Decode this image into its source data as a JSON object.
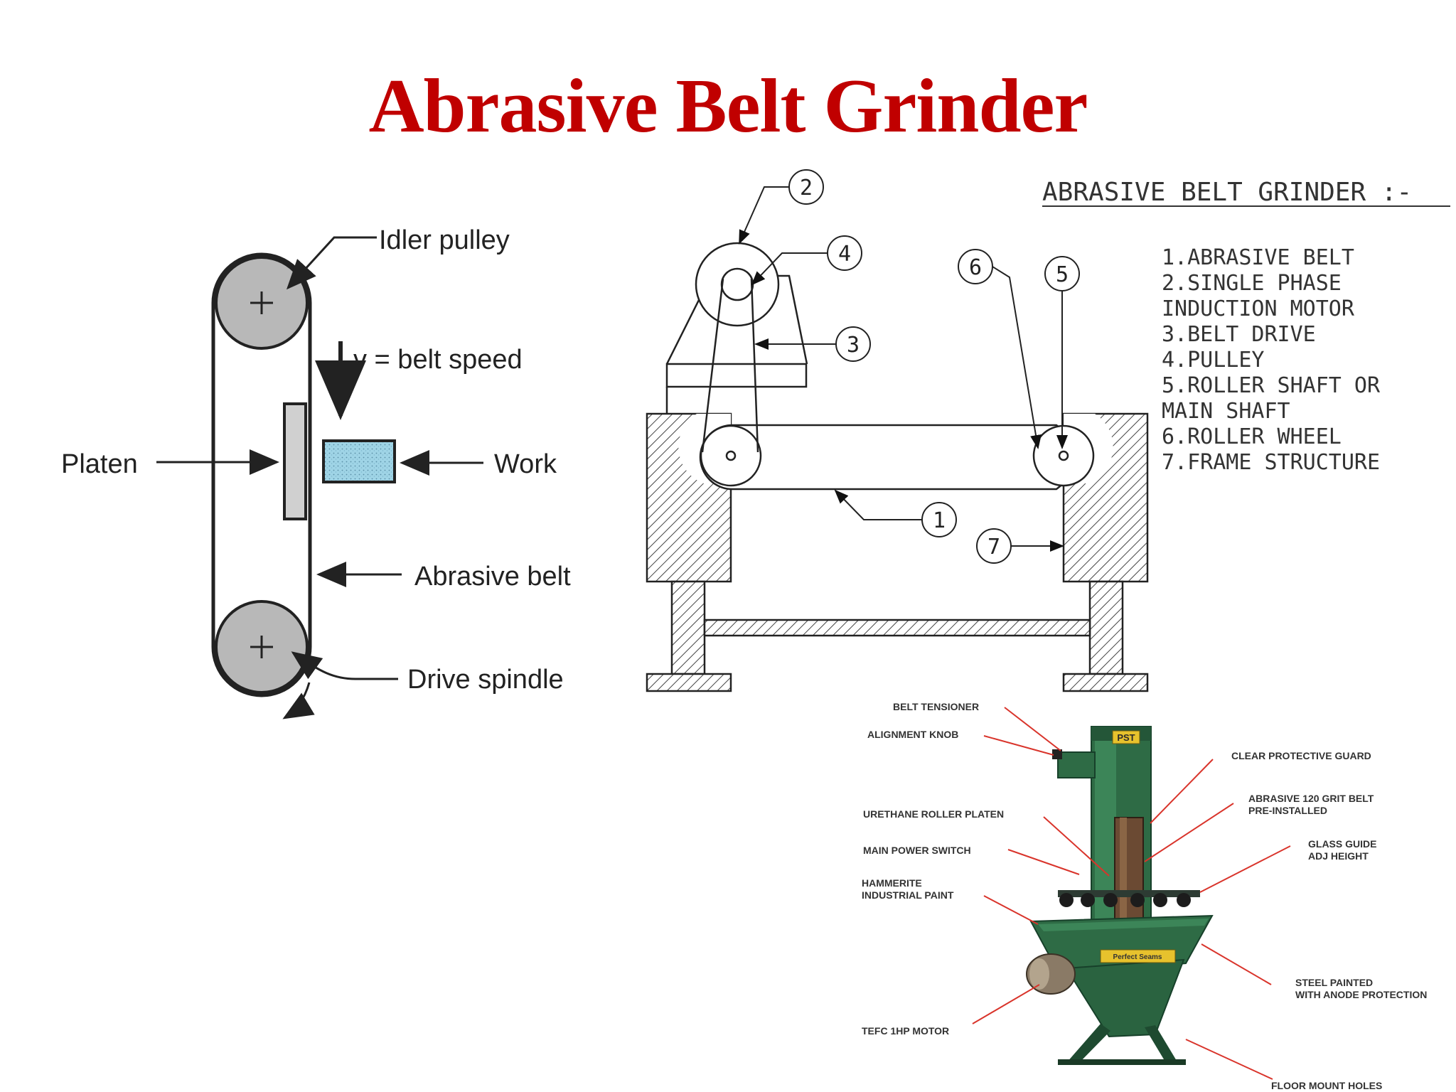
{
  "title": "Abrasive Belt Grinder",
  "left_diagram": {
    "labels": {
      "idler_pulley": "Idler pulley",
      "belt_speed": "v = belt speed",
      "platen": "Platen",
      "work": "Work",
      "abrasive_belt": "Abrasive belt",
      "drive_spindle": "Drive spindle"
    }
  },
  "cad_drawing": {
    "heading": "ABRASIVE BELT GRINDER :-",
    "callouts": [
      "1",
      "2",
      "3",
      "4",
      "5",
      "6",
      "7"
    ],
    "legend": [
      "1.ABRASIVE BELT",
      "2.SINGLE PHASE",
      "INDUCTION MOTOR",
      "3.BELT DRIVE",
      "4.PULLEY",
      "5.ROLLER SHAFT OR",
      "MAIN SHAFT",
      "6.ROLLER WHEEL",
      "7.FRAME STRUCTURE"
    ]
  },
  "photo_callouts": {
    "belt_tensioner": "BELT TENSIONER",
    "alignment_knob": "ALIGNMENT KNOB",
    "urethane_roller_platen": "URETHANE ROLLER PLATEN",
    "main_power_switch": "MAIN POWER SWITCH",
    "hammerite_1": "HAMMERITE",
    "hammerite_2": "INDUSTRIAL PAINT",
    "tefc_motor": "TEFC 1HP MOTOR",
    "clear_guard": "CLEAR PROTECTIVE GUARD",
    "abrasive_grit_1": "ABRASIVE 120 GRIT BELT",
    "abrasive_grit_2": "PRE-INSTALLED",
    "glass_guide_1": "GLASS GUIDE",
    "glass_guide_2": "ADJ HEIGHT",
    "steel_painted_1": "STEEL PAINTED",
    "steel_painted_2": "WITH ANODE PROTECTION",
    "floor_mount": "FLOOR MOUNT HOLES",
    "plate_brand": "PST",
    "plate_name": "Perfect Seams"
  },
  "colors": {
    "title": "#c00000",
    "machine_green": "#2e6b45",
    "work_fill": "#9fd4e6",
    "pulley_fill": "#b8b8b8"
  }
}
